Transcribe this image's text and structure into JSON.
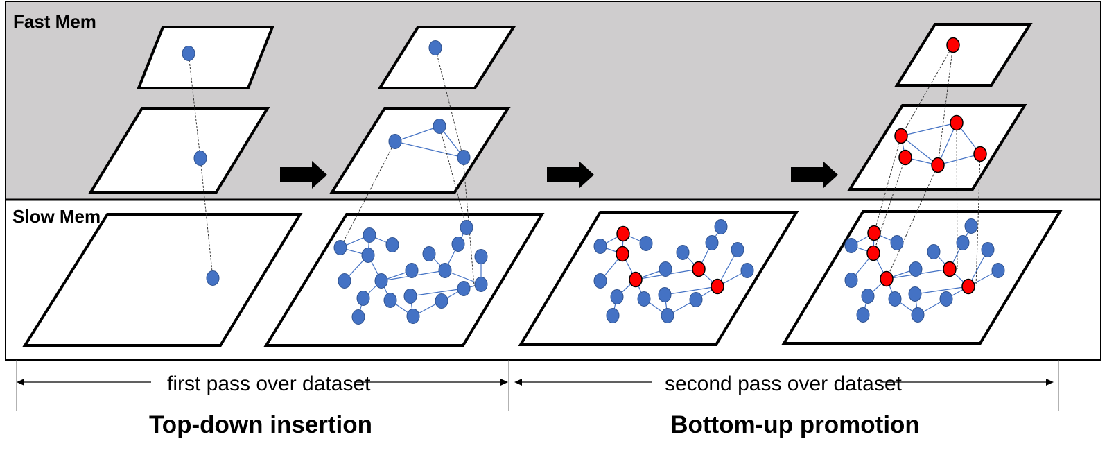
{
  "regions": {
    "fast_label": "Fast Mem",
    "slow_label": "Slow Mem"
  },
  "spans": {
    "first_pass": "first pass over dataset",
    "second_pass": "second pass over dataset"
  },
  "phases": {
    "top_down": "Top-down insertion",
    "bottom_up": "Bottom-up promotion"
  },
  "colors": {
    "fast_region": "#CFCDCE",
    "slow_region": "#FFFFFF",
    "node_blue": "#4472C4",
    "node_blue_stroke": "#2F528F",
    "node_red": "#FF0000",
    "node_red_stroke": "#000000",
    "edge": "#4472C4"
  },
  "stages": [
    "initial insertion",
    "graph built",
    "red nodes selected",
    "red nodes promoted"
  ]
}
